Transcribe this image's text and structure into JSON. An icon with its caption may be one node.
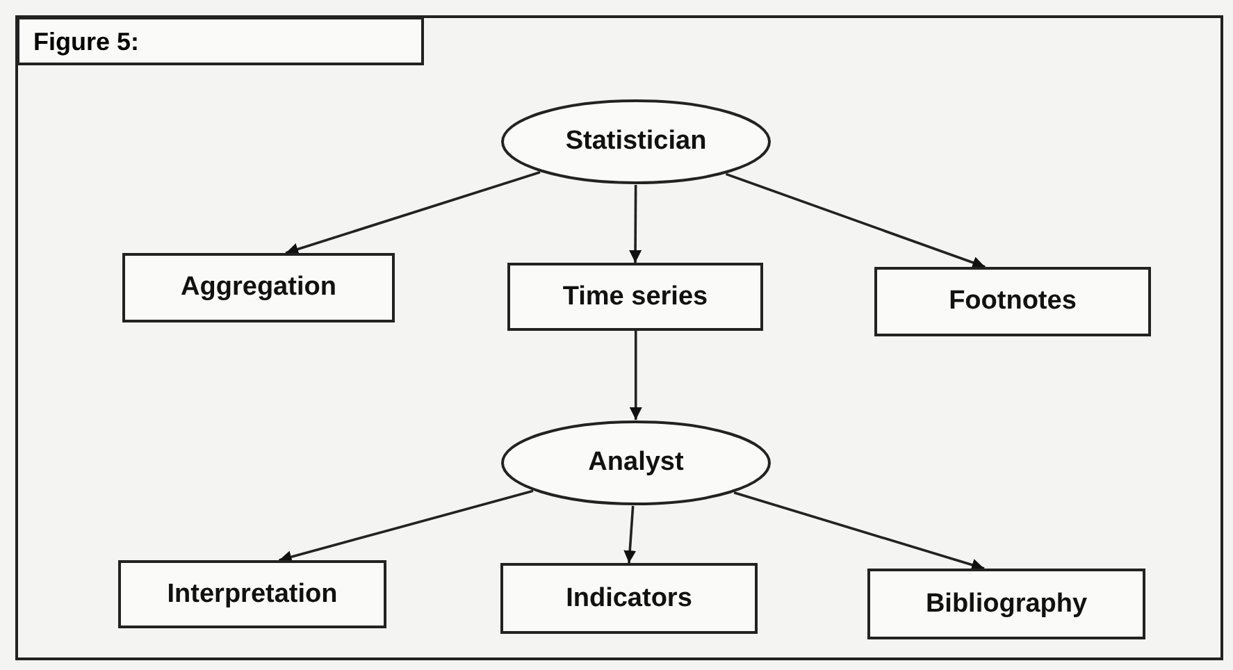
{
  "diagram": {
    "title": "Figure 5:",
    "nodes": [
      {
        "text": [
          "Statistician"
        ]
      },
      {
        "text": [
          "Aggregation"
        ]
      },
      {
        "text": [
          "Time series"
        ]
      },
      {
        "text": [
          "Footnotes"
        ]
      },
      {
        "text": [
          "Analyst"
        ]
      },
      {
        "text": [
          "Interpretation"
        ]
      },
      {
        "text": [
          "Indicators"
        ]
      },
      {
        "text": [
          "Bibliography"
        ]
      }
    ],
    "edges": [
      {
        "from": 0,
        "to": 1,
        "arrow": "to"
      },
      {
        "from": 0,
        "to": 2,
        "arrow": "to"
      },
      {
        "from": 0,
        "to": 3,
        "arrow": "to"
      },
      {
        "from": 2,
        "to": 4,
        "arrow": "to"
      },
      {
        "from": 4,
        "to": 5,
        "arrow": "to"
      },
      {
        "from": 4,
        "to": 6,
        "arrow": "to"
      },
      {
        "from": 4,
        "to": 7,
        "arrow": "to"
      }
    ]
  }
}
